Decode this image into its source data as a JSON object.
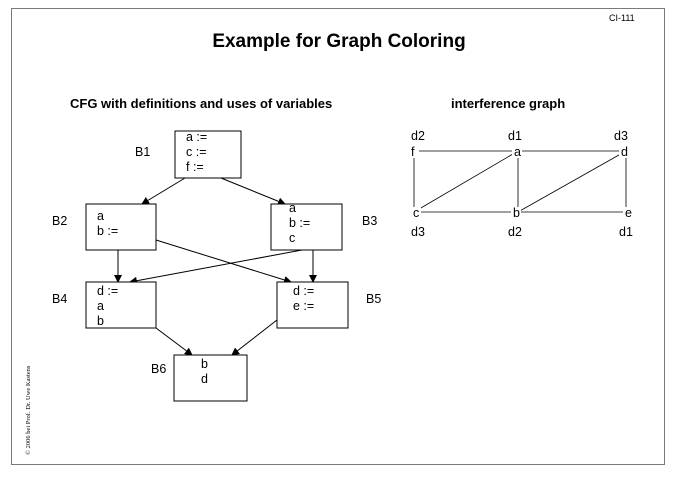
{
  "slide_number": "CI-111",
  "title": "Example for Graph Coloring",
  "cfg": {
    "heading": "CFG with definitions and uses of variables",
    "blocks": [
      {
        "id": "B1",
        "label": "B1",
        "lines": [
          "a :=",
          "c :=",
          "f :="
        ]
      },
      {
        "id": "B2",
        "label": "B2",
        "lines": [
          "a",
          "b :="
        ]
      },
      {
        "id": "B3",
        "label": "B3",
        "lines": [
          "a",
          "b :=",
          "c"
        ]
      },
      {
        "id": "B4",
        "label": "B4",
        "lines": [
          "d :=",
          "a",
          "b"
        ]
      },
      {
        "id": "B5",
        "label": "B5",
        "lines": [
          "d :=",
          "e :="
        ]
      },
      {
        "id": "B6",
        "label": "B6",
        "lines": [
          "b",
          "d"
        ]
      }
    ],
    "edges": [
      [
        "B1",
        "B2"
      ],
      [
        "B1",
        "B3"
      ],
      [
        "B2",
        "B4"
      ],
      [
        "B2",
        "B5"
      ],
      [
        "B3",
        "B4"
      ],
      [
        "B3",
        "B5"
      ],
      [
        "B4",
        "B6"
      ],
      [
        "B5",
        "B6"
      ]
    ]
  },
  "interference": {
    "heading": "interference graph",
    "nodes": [
      {
        "id": "f",
        "label": "f",
        "color": "d2"
      },
      {
        "id": "a",
        "label": "a",
        "color": "d1"
      },
      {
        "id": "d",
        "label": "d",
        "color": "d3"
      },
      {
        "id": "c",
        "label": "c",
        "color": "d3"
      },
      {
        "id": "b",
        "label": "b",
        "color": "d2"
      },
      {
        "id": "e",
        "label": "e",
        "color": "d1"
      }
    ],
    "edges": [
      [
        "f",
        "a"
      ],
      [
        "a",
        "d"
      ],
      [
        "f",
        "c"
      ],
      [
        "c",
        "a"
      ],
      [
        "a",
        "b"
      ],
      [
        "b",
        "d"
      ],
      [
        "d",
        "e"
      ],
      [
        "c",
        "b"
      ],
      [
        "b",
        "e"
      ]
    ]
  },
  "copyright": "© 2006 bei Prof. Dr. Uwe Kastens"
}
